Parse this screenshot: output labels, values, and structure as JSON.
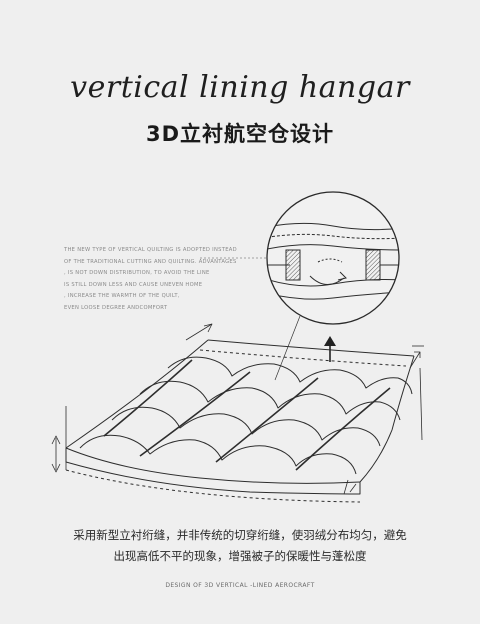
{
  "header": {
    "script_title": "vertical lining hangar",
    "cn_title": "3D立衬航空仓设计"
  },
  "intro": {
    "lines": [
      "THE NEW TYPE OF VERTICAL QUILTING IS ADOPTED INSTEAD",
      "OF THE TRADITIONAL CUTTING AND QUILTING. ADVANTAGES",
      ", IS NOT DOWN DISTRIBUTION, TO AVOID THE LINE",
      "IS STILL DOWN LESS AND CAUSE UNEVEN HOME",
      ", INCREASE THE WARMTH OF THE QUILT,",
      "EVEN LOOSE DEGREE ANDCOMFORT"
    ]
  },
  "description": {
    "lines": [
      "采用新型立衬绗缝，并非传统的切穿绗缝，使羽绒分布均匀，避免",
      "出现高低不平的现象，增强被子的保暖性与蓬松度"
    ]
  },
  "footer": {
    "text": "DESIGN OF 3D VERTICAL -LINED AEROCRAFT"
  },
  "illustration": {
    "icons": [
      "quilt-sketch",
      "magnified-cross-section-circle",
      "up-arrow-icon"
    ],
    "stroke_color": "#2e2e2e"
  }
}
